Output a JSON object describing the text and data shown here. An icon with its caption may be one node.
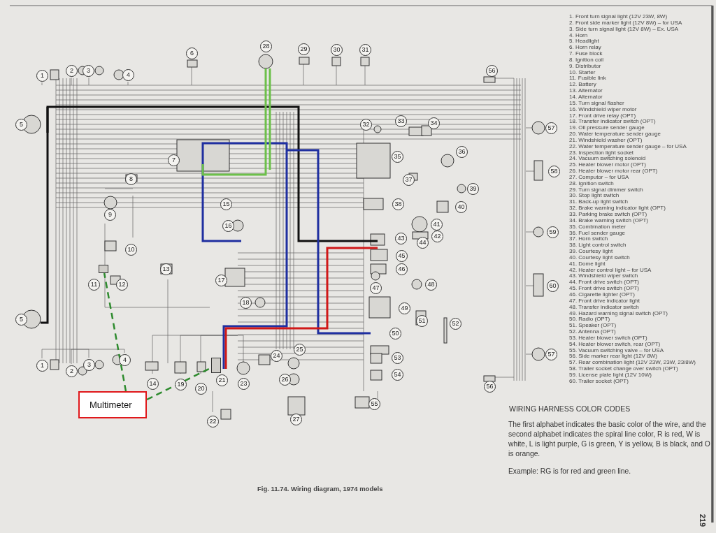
{
  "diagram": {
    "caption": "Fig. 11.74. Wiring diagram, 1974 models",
    "nodes": [
      {
        "text": [
          "Multimeter"
        ]
      },
      {
        "text": [],
        "shape": "box"
      },
      {
        "text": [],
        "shape": "box"
      }
    ],
    "edges": [
      {
        "from": 0,
        "to": 1,
        "arrow": "none",
        "style": "dashed",
        "color": "#2e8b2e"
      },
      {
        "from": 0,
        "to": 2,
        "arrow": "none",
        "style": "dashed",
        "color": "#2e8b2e"
      }
    ],
    "labels": [
      "1",
      "2",
      "3",
      "4",
      "6",
      "28",
      "29",
      "30",
      "31",
      "56",
      "5",
      "32",
      "33",
      "34",
      "57",
      "7",
      "35",
      "36",
      "58",
      "8",
      "37",
      "39",
      "9",
      "15",
      "38",
      "40",
      "16",
      "43",
      "44",
      "41",
      "42",
      "59",
      "10",
      "13",
      "45",
      "46",
      "11",
      "12",
      "17",
      "47",
      "48",
      "60",
      "18",
      "49",
      "5",
      "50",
      "51",
      "52",
      "4",
      "24",
      "25",
      "53",
      "57",
      "1",
      "3",
      "2",
      "54",
      "14",
      "19",
      "20",
      "21",
      "23",
      "26",
      "56",
      "55",
      "27",
      "22",
      "1. Front turn signal light (12V 23W, 8W)",
      "2. Front side marker light (12V 8W) – for USA",
      "3. Side turn signal light (12V 8W) – Ex. USA",
      "4. Horn",
      "5. Headlight",
      "6. Horn relay",
      "7. Fuse block",
      "8. Ignition coil",
      "9. Distributor",
      "10. Starter",
      "11. Fusible link",
      "12. Battery",
      "13. Alternator",
      "14. Alternator",
      "15. Turn signal flasher",
      "16. Windshield wiper motor",
      "17. Front drive relay (OPT)",
      "18. Transfer indicator switch (OPT)",
      "19. Oil pressure sender gauge",
      "20. Water temperature sender gauge",
      "21. Windshield washer (OPT)",
      "22. Water temperature sender gauge – for USA",
      "23. Inspection light socket",
      "24. Vacuum switching solenoid",
      "25. Heater blower motor (OPT)",
      "26. Heater blower motor rear (OPT)",
      "27. Computor – for USA",
      "28. Ignition switch",
      "29. Turn signal dimmer switch",
      "30. Stop light switch",
      "31. Back-up light switch",
      "32. Brake warning indicator light (OPT)",
      "33. Parking brake switch (OPT)",
      "34. Brake warning switch (OPT)",
      "35. Combination meter",
      "36. Fuel sender gauge",
      "37. Horn switch",
      "38. Light control switch",
      "39. Courtesy light",
      "40. Courtesy light switch",
      "41. Dome light",
      "42. Heater control light – for USA",
      "43. Windshield wiper switch",
      "44. Front drive switch (OPT)",
      "45. Front drive switch (OPT)",
      "46. Cigarette lighter (OPT)",
      "47. Front drive indicator light",
      "48. Transfer indicator switch",
      "49. Hazard warning signal switch (OPT)",
      "50. Radio (OPT)",
      "51. Speaker (OPT)",
      "52. Antenna (OPT)",
      "53. Heater blower switch (OPT)",
      "54. Heater blower switch, rear (OPT)",
      "55. Vacuum switching valve – for USA",
      "56. Side marker rear light (12V 8W)",
      "57. Rear combination light (12V 23W, 23W, 23/8W)",
      "58. Trailer socket change over switch (OPT)",
      "59. License plate light (12V 10W)",
      "60. Trailer socket (OPT)",
      "WIRING HARNESS COLOR CODES",
      "The first alphabet indicates the basic color of the wire, and the second alphabet indicates the spiral line color, R is red, W is white, L is light purple, G is green, Y is yellow, B is black, and O is orange.",
      "Example: RG is for red and green line.",
      "219"
    ]
  }
}
